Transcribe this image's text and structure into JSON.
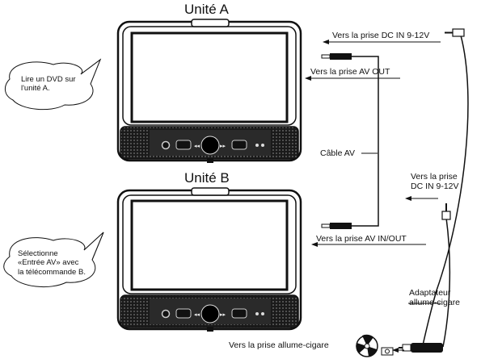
{
  "unit_a": {
    "title": "Unité A"
  },
  "unit_b": {
    "title": "Unité B"
  },
  "bubble_a": {
    "lines": [
      "Lire un DVD sur",
      "l'unité A."
    ]
  },
  "bubble_b": {
    "lines": [
      "Sélectionne",
      "«Entrée AV» avec",
      "la télécommande B."
    ]
  },
  "labels": {
    "dc_in_a": "Vers la prise DC IN 9-12V",
    "av_out": "Vers la prise AV OUT",
    "cable_av": "Câble AV",
    "dc_in_b": [
      "Vers la prise",
      "DC IN 9-12V"
    ],
    "av_in_out": "Vers la prise AV IN/OUT",
    "adapter": [
      "Adaptateur",
      "allume-cigare"
    ],
    "cigarette_socket": "Vers la prise allume-cigare"
  }
}
